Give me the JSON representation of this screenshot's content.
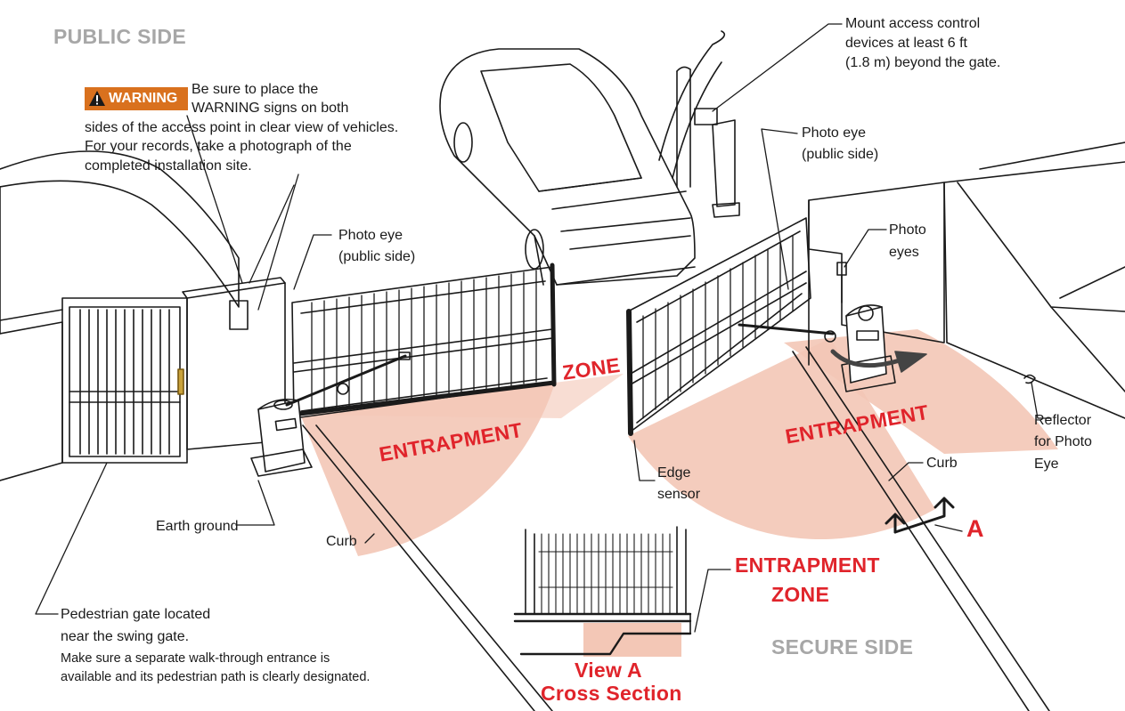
{
  "labels": {
    "public_side": "PUBLIC SIDE",
    "secure_side": "SECURE SIDE",
    "warning_badge": "WARNING",
    "warning_text": [
      "Be sure to place the",
      "WARNING signs on both",
      "sides of the access point in clear view of vehicles.",
      "For your records, take a  photograph of the",
      "completed installation site."
    ],
    "mount_note": [
      "Mount access control",
      "devices at least 6 ft",
      "(1.8 m) beyond the gate."
    ],
    "photo_eye_public_left": [
      "Photo eye",
      "(public side)"
    ],
    "photo_eye_public_right": [
      "Photo eye",
      "(public side)"
    ],
    "photo_eyes": [
      "Photo",
      "eyes"
    ],
    "reflector": [
      "Reflector",
      "for Photo",
      "Eye"
    ],
    "curb_right": "Curb",
    "curb_left": "Curb",
    "edge_sensor": [
      "Edge",
      "sensor"
    ],
    "earth_ground": "Earth ground",
    "entrapment_left": "ENTRAPMENT",
    "entrapment_right": "ENTRAPMENT",
    "zone": "ZONE",
    "section_marker": "A",
    "entrapment_zone_legend": [
      "ENTRAPMENT",
      "ZONE"
    ],
    "view_a": [
      "View A",
      "Cross Section"
    ],
    "pedestrian_note": [
      "Pedestrian gate located",
      "near the swing gate."
    ],
    "pedestrian_note_small": [
      "Make sure a separate walk-through entrance is",
      "available and its pedestrian path is clearly designated."
    ]
  },
  "colors": {
    "entrapment_zone_fill": "#f3c7b6",
    "label_red": "#e0242b",
    "warning_orange": "#d9711e",
    "side_label_gray": "#a7a7a7",
    "line": "#1a1a1a"
  }
}
